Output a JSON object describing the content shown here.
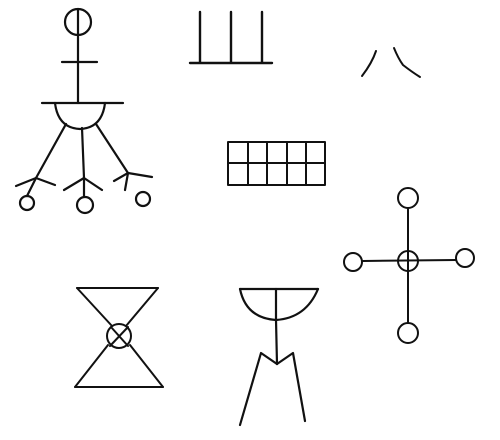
{
  "diagram": {
    "background": "#ffffff",
    "stroke_color": "#111111",
    "symbols": [
      {
        "id": "symbol-pendant-figure",
        "icon": "circle-with-stem-over-bowl-and-three-forked-branches"
      },
      {
        "id": "symbol-comb",
        "icon": "three-upright-lines-on-base"
      },
      {
        "id": "symbol-two-strokes",
        "icon": "two-diverging-strokes"
      },
      {
        "id": "symbol-grid",
        "icon": "rectangle-grid-2x5"
      },
      {
        "id": "symbol-hourglass",
        "icon": "two-triangles-with-crossed-circle"
      },
      {
        "id": "symbol-cross",
        "icon": "cross-with-circles-at-ends"
      },
      {
        "id": "symbol-bowl-figure",
        "icon": "bowl-on-two-legs"
      }
    ]
  }
}
